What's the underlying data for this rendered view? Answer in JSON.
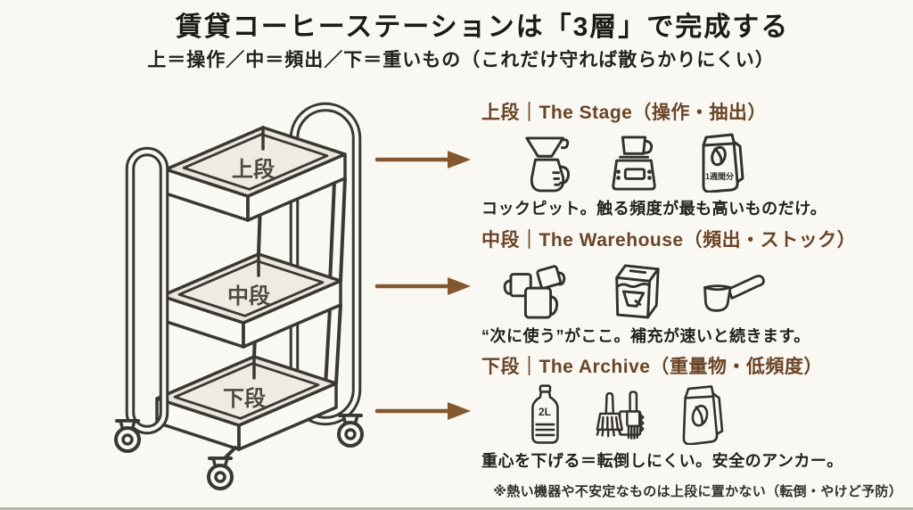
{
  "title": "賃貸コーヒーステーションは「3層」で完成する",
  "subtitle": "上＝操作／中＝頻出／下＝重いもの（これだけ守れば散らかりにくい）",
  "cart": {
    "shelf_labels": [
      "上段",
      "中段",
      "下段"
    ]
  },
  "sections": [
    {
      "shelf": "上段",
      "header": "上段｜The Stage（操作・抽出）",
      "description": "コックピット。触る頻度が最も高いものだけ。",
      "icons": [
        "pour-over-dripper",
        "scale-with-cup",
        "coffee-bag-one-week"
      ],
      "badge": "1週間分"
    },
    {
      "shelf": "中段",
      "header": "中段｜The Warehouse（頻出・ストック）",
      "description": "“次に使う”がここ。補充が速いと続きます。",
      "icons": [
        "mug-set",
        "filter-box",
        "measuring-scoop"
      ]
    },
    {
      "shelf": "下段",
      "header": "下段｜The Archive（重量物・低頻度）",
      "description": "重心を下げる＝転倒しにくい。安全のアンカー。",
      "icons": [
        "water-bottle-2l",
        "cleaning-brushes",
        "coffee-bag"
      ],
      "badge": "2L"
    }
  ],
  "footnote": "※熱い機器や不安定なものは上段に置かない（転倒・やけど予防）",
  "colors": {
    "background": "#FAF8F3",
    "heading_text": "#1D1B18",
    "section_accent": "#6A4527",
    "arrow": "#85572E",
    "line_art": "#34312C",
    "tray_fill": "#EAE6DF",
    "shelf_label_text": "#4C4944"
  }
}
